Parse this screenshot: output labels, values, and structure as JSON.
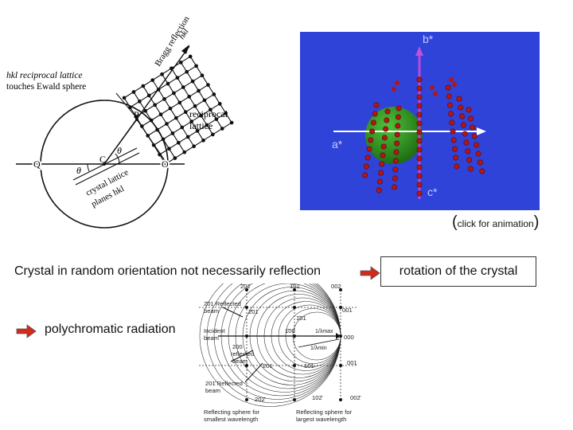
{
  "ewald_diagram": {
    "label_touches_line1": "hkl reciprocal lattice",
    "label_touches_line2": "touches Ewald sphere",
    "label_bragg_line1": "Bragg reflection",
    "label_bragg_line2": "hkl",
    "label_reciprocal_line1": "reciprocal",
    "label_reciprocal_line2": "lattice",
    "label_planes_line1": "crystal lattice",
    "label_planes_line2": "planes hkl",
    "point_P": "P",
    "point_C": "C",
    "point_Q": "Q",
    "point_O": "O",
    "angle_theta": "θ"
  },
  "animation_panel": {
    "axis_b": "b*",
    "axis_a": "a*",
    "axis_c": "c*",
    "background_color": "#2f43d8",
    "sphere_color": "#2f9a1f",
    "point_color": "#b31616"
  },
  "click_note": {
    "open": "(",
    "text": "click for animation",
    "close": ")"
  },
  "captions": {
    "random_orientation": "Crystal in random orientation not necessarily reflection",
    "rotation": "rotation of the crystal",
    "polychromatic": "polychromatic radiation"
  },
  "arrow_color": "#d42a1a",
  "laue_diagram": {
    "lbl_202_top": "2̄02",
    "lbl_102_top": "1̄02",
    "lbl_002_top": "002",
    "lbl_201_refl_1": "2̄01 Reflected",
    "lbl_201_refl_2": "beam",
    "lbl_001_right": "001",
    "lbl_201_mid": "2̄01",
    "lbl_101_mid": "1̄01",
    "lbl_incident_1": "Incident",
    "lbl_incident_2": "beam",
    "lbl_100": "1̄00",
    "lbl_000": "000",
    "lbl_lambda_max": "1/λmax",
    "lbl_lambda_min": "1/λmin",
    "lbl_200_refl_1": "200",
    "lbl_200_refl_2": "reflected",
    "lbl_200_refl_3": "beam",
    "lbl_201_low": "201",
    "lbl_101_low": "101",
    "lbl_001_low": "001",
    "lbl_201b_refl_1": "201̄ Reflected",
    "lbl_201b_refl_2": "beam",
    "lbl_202_bot": "202̄",
    "lbl_102_bot": "102̄",
    "lbl_002_bot": "002̄",
    "lbl_small_1": "Reflecting sphere for",
    "lbl_small_2": "smallest wavelength",
    "lbl_large_1": "Reflecting sphere for",
    "lbl_large_2": "largest wavelength"
  }
}
